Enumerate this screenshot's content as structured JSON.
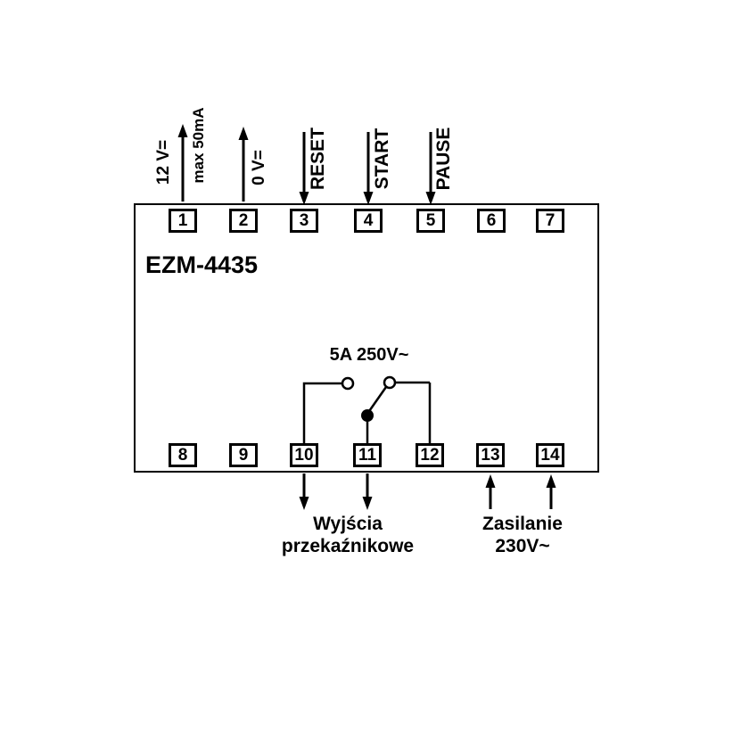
{
  "title": "EZM-4435",
  "top_terminals": [
    {
      "number": "1"
    },
    {
      "number": "2"
    },
    {
      "number": "3"
    },
    {
      "number": "4"
    },
    {
      "number": "5"
    },
    {
      "number": "6"
    },
    {
      "number": "7"
    }
  ],
  "bottom_terminals": [
    {
      "number": "8"
    },
    {
      "number": "9"
    },
    {
      "number": "10"
    },
    {
      "number": "11"
    },
    {
      "number": "12"
    },
    {
      "number": "13"
    },
    {
      "number": "14"
    }
  ],
  "signal_labels": {
    "terminal1": "12 V=",
    "terminal1_sub": "max 50mA",
    "terminal2": "0 V=",
    "terminal3": "RESET",
    "terminal4": "START",
    "terminal5": "PAUSE"
  },
  "relay": {
    "rating": "5A 250V~"
  },
  "relay_outputs": {
    "line1": "Wyjścia",
    "line2": "przekaźnikowe"
  },
  "power": {
    "line1": "Zasilanie",
    "line2": "230V~"
  },
  "colors": {
    "line": "#000000",
    "background": "#ffffff"
  }
}
